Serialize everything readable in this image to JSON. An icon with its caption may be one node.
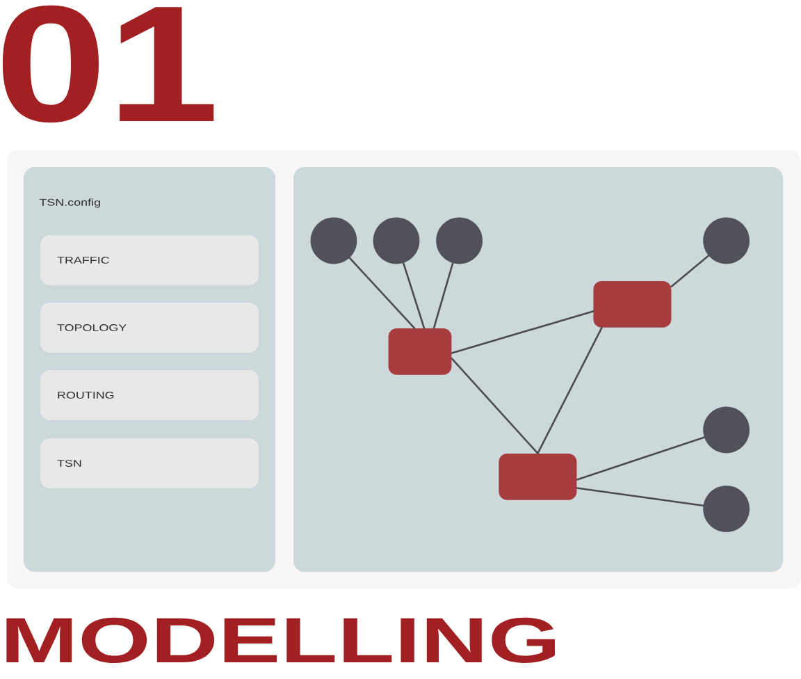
{
  "diagram": {
    "title": "01",
    "caption": "MODELLING",
    "nodes": [
      {
        "text": [
          "TSN.config"
        ]
      },
      {
        "text": [
          "TRAFFIC"
        ],
        "in": 0
      },
      {
        "text": [
          "TOPOLOGY"
        ],
        "in": 0
      },
      {
        "text": [
          "ROUTING"
        ],
        "in": 0
      },
      {
        "text": [
          "TSN"
        ],
        "in": 0
      },
      {
        "text": [],
        "shape": "box"
      },
      {
        "text": [],
        "shape": "circle",
        "in": 5
      },
      {
        "text": [],
        "shape": "circle",
        "in": 5
      },
      {
        "text": [],
        "shape": "circle",
        "in": 5
      },
      {
        "text": [],
        "shape": "circle",
        "in": 5
      },
      {
        "text": [],
        "shape": "circle",
        "in": 5
      },
      {
        "text": [],
        "shape": "circle",
        "in": 5
      },
      {
        "text": [],
        "shape": "box",
        "in": 5
      },
      {
        "text": [],
        "shape": "box",
        "in": 5
      },
      {
        "text": [],
        "shape": "box",
        "in": 5
      }
    ],
    "edges": [
      {
        "from": 6,
        "to": 12,
        "arrow": "none"
      },
      {
        "from": 7,
        "to": 12,
        "arrow": "none"
      },
      {
        "from": 8,
        "to": 12,
        "arrow": "none"
      },
      {
        "from": 12,
        "to": 13,
        "arrow": "none"
      },
      {
        "from": 12,
        "to": 14,
        "arrow": "none"
      },
      {
        "from": 13,
        "to": 14,
        "arrow": "none"
      },
      {
        "from": 13,
        "to": 9,
        "arrow": "none"
      },
      {
        "from": 14,
        "to": 10,
        "arrow": "none"
      },
      {
        "from": 14,
        "to": 11,
        "arrow": "none"
      }
    ]
  }
}
